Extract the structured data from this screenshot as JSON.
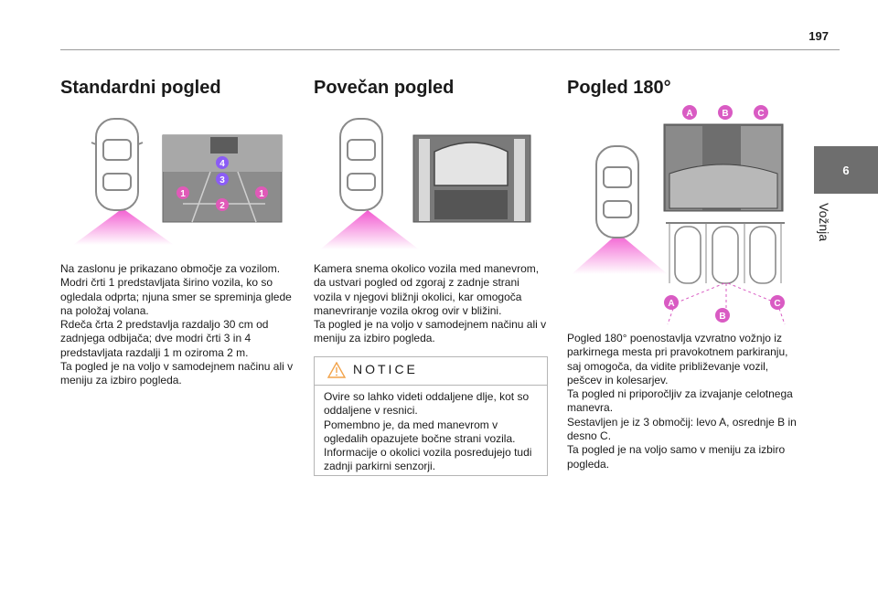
{
  "page_number": "197",
  "chapter": {
    "number": "6",
    "title": "Vožnja"
  },
  "sections": {
    "standard": {
      "title": "Standardni pogled",
      "paragraphs": [
        "Na zaslonu je prikazano območje za vozilom.",
        "Modri črti 1 predstavljata širino vozila, ko so ogledala odprta; njuna smer se spreminja glede na položaj volana.",
        "Rdeča črta 2 predstavlja razdaljo 30 cm od zadnjega odbijača; dve modri črti 3 in 4 predstavljata razdalji 1 m oziroma 2 m.",
        "Ta pogled je na voljo v samodejnem načinu ali v meniju za izbiro pogleda."
      ],
      "markers": [
        "4",
        "3",
        "1",
        "1",
        "2"
      ]
    },
    "zoom": {
      "title": "Povečan pogled",
      "paragraphs": [
        "Kamera snema okolico vozila med manevrom, da ustvari pogled od zgoraj z zadnje strani vozila v njegovi bližnji okolici, kar omogoča manevriranje vozila okrog ovir v bližini.",
        "Ta pogled je na voljo v samodejnem načinu ali v meniju za izbiro pogleda."
      ],
      "notice": {
        "title": "NOTICE",
        "paragraphs": [
          "Ovire so lahko videti oddaljene dlje, kot so oddaljene v resnici.",
          "Pomembno je, da med manevrom v ogledalih opazujete bočne strani vozila.",
          "Informacije o okolici vozila posredujejo tudi zadnji parkirni senzorji."
        ]
      }
    },
    "view180": {
      "title": "Pogled 180°",
      "paragraphs": [
        "Pogled 180° poenostavlja vzvratno vožnjo iz parkirnega mesta pri pravokotnem parkiranju, saj omogoča, da vidite približevanje vozil, pešcev in kolesarjev.",
        "Ta pogled ni priporočljiv za izvajanje celotnega manevra.",
        "Sestavljen je iz 3 območij: levo A, osrednje B in desno C.",
        "Ta pogled je na voljo samo v meniju za izbiro pogleda."
      ],
      "markers_top": [
        "A",
        "B",
        "C"
      ],
      "markers_bottom": [
        "A",
        "B",
        "C"
      ]
    }
  },
  "colors": {
    "marker_blue": "#8b5cf6",
    "marker_pink": "#e05ab8",
    "cone": "#f03cc8",
    "car_outline": "#8a8a8a",
    "tab_bg": "#6e6e6e"
  },
  "icons": [
    "warning-triangle-icon"
  ]
}
